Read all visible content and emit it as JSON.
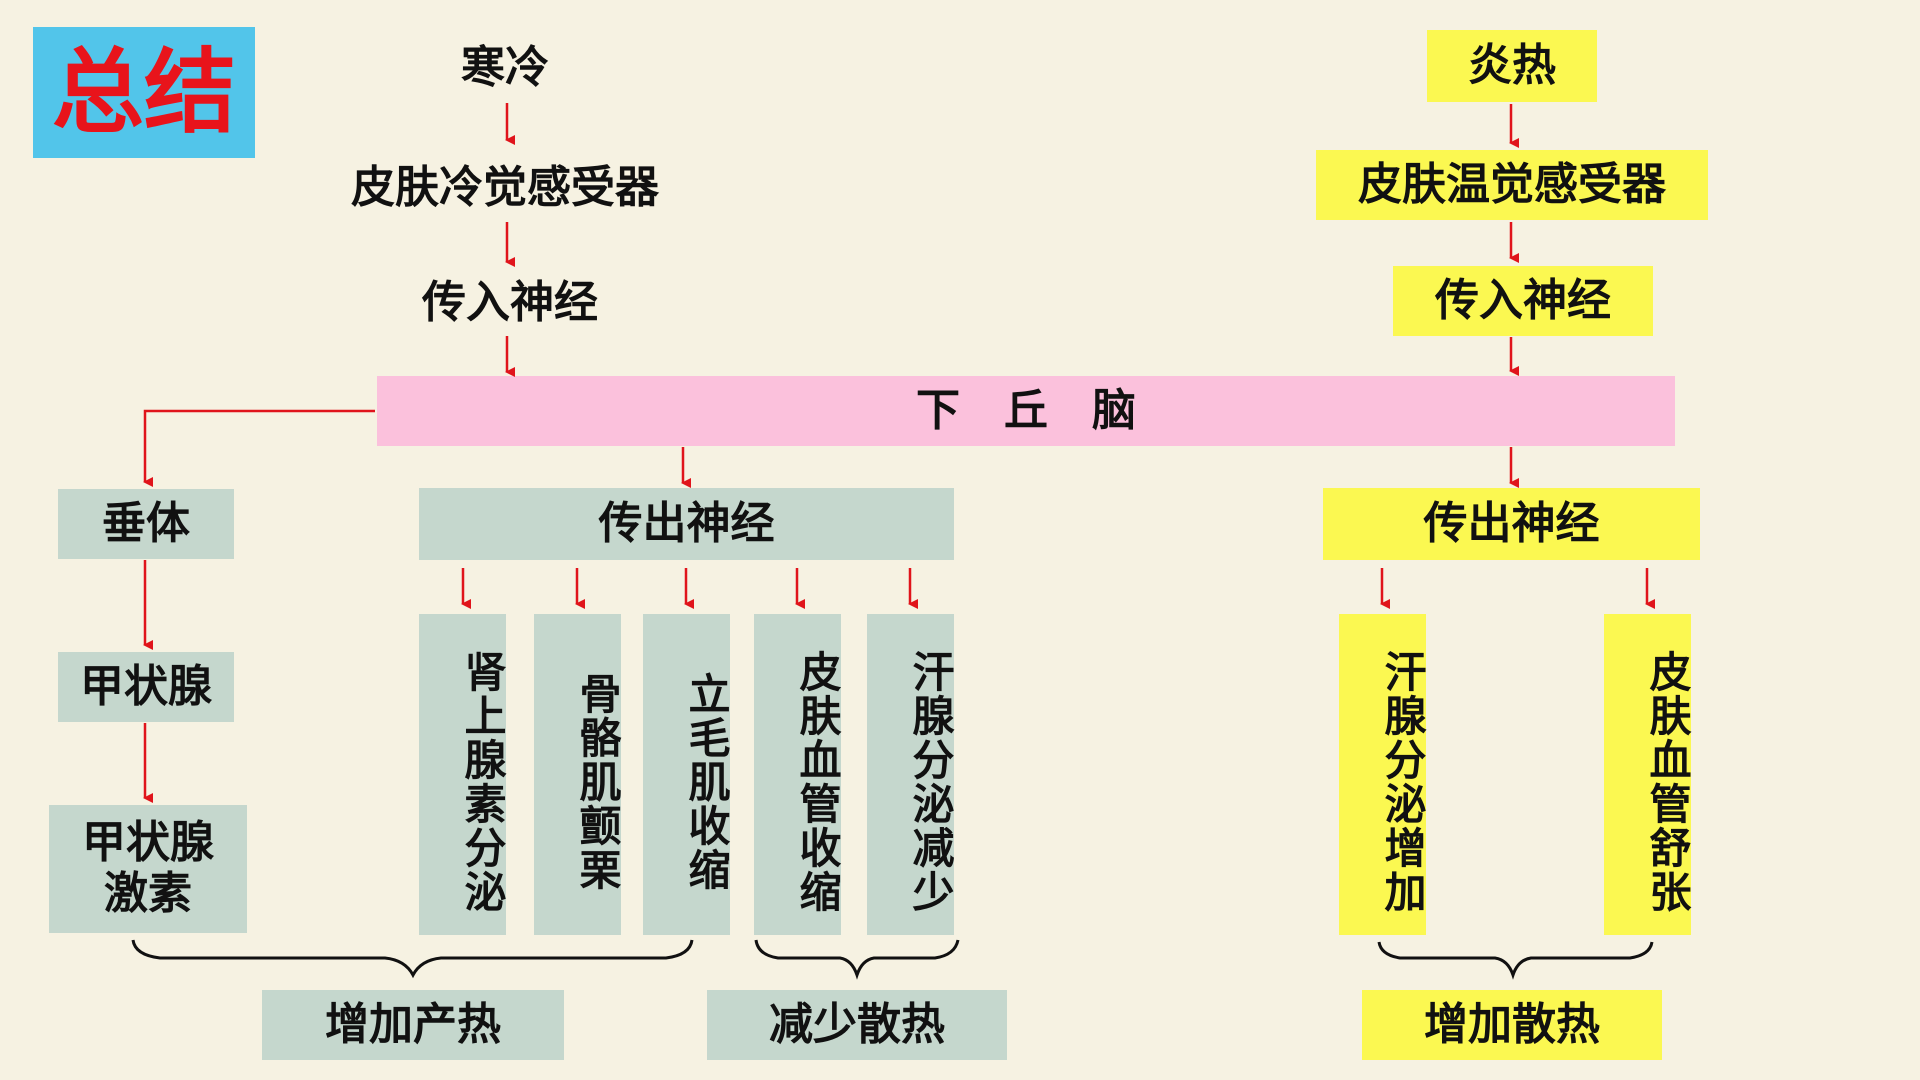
{
  "title": "总结",
  "cold": {
    "stimulus": "寒冷",
    "receptor": "皮肤冷觉感受器",
    "afferent": "传入神经",
    "pituitary": "垂体",
    "thyroid": "甲状腺",
    "thyroid_hormone": "甲状腺\n激素",
    "efferent": "传出神经",
    "effects": [
      "肾上腺素分泌",
      "骨骼肌颤栗",
      "立毛肌收缩",
      "皮肤血管收缩",
      "汗腺分泌减少"
    ],
    "increase_heat_production": "增加产热",
    "reduce_heat_loss": "减少散热"
  },
  "hypothalamus": "下　丘　脑",
  "hot": {
    "stimulus": "炎热",
    "receptor": "皮肤温觉感受器",
    "afferent": "传入神经",
    "efferent": "传出神经",
    "effects": [
      "汗腺分泌增加",
      "皮肤血管舒张"
    ],
    "increase_heat_loss": "增加散热"
  },
  "colors": {
    "arrow": "#e0141b",
    "grey_box": "#c5d7cd",
    "yellow_box": "#fbf851",
    "pink_bar": "#fbc1dc",
    "title_bg": "#52c5ea",
    "title_text": "#e8141b"
  }
}
